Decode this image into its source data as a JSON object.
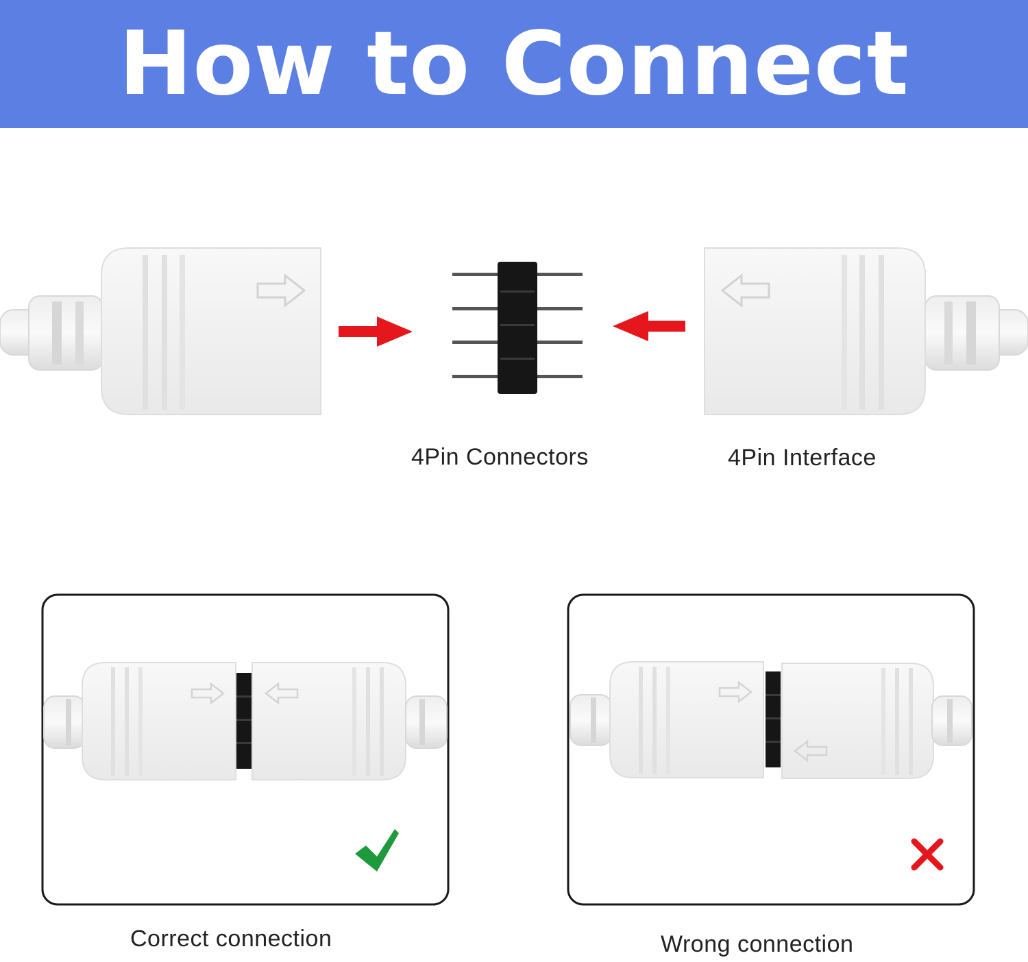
{
  "header": {
    "title": "How to Connect",
    "background": "#5b7fe3",
    "text_color": "#ffffff"
  },
  "labels": {
    "pin_connectors": "4Pin Connectors",
    "pin_interface": "4Pin Interface",
    "correct": "Correct connection",
    "wrong": "Wrong connection"
  },
  "colors": {
    "arrow": "#e5161c",
    "check": "#1e9a3d",
    "cross": "#e5161c",
    "connector_body": "#f3f3f3",
    "pin_header": "#161616"
  },
  "icons": {
    "check": "check-mark-icon",
    "cross": "cross-mark-icon"
  }
}
